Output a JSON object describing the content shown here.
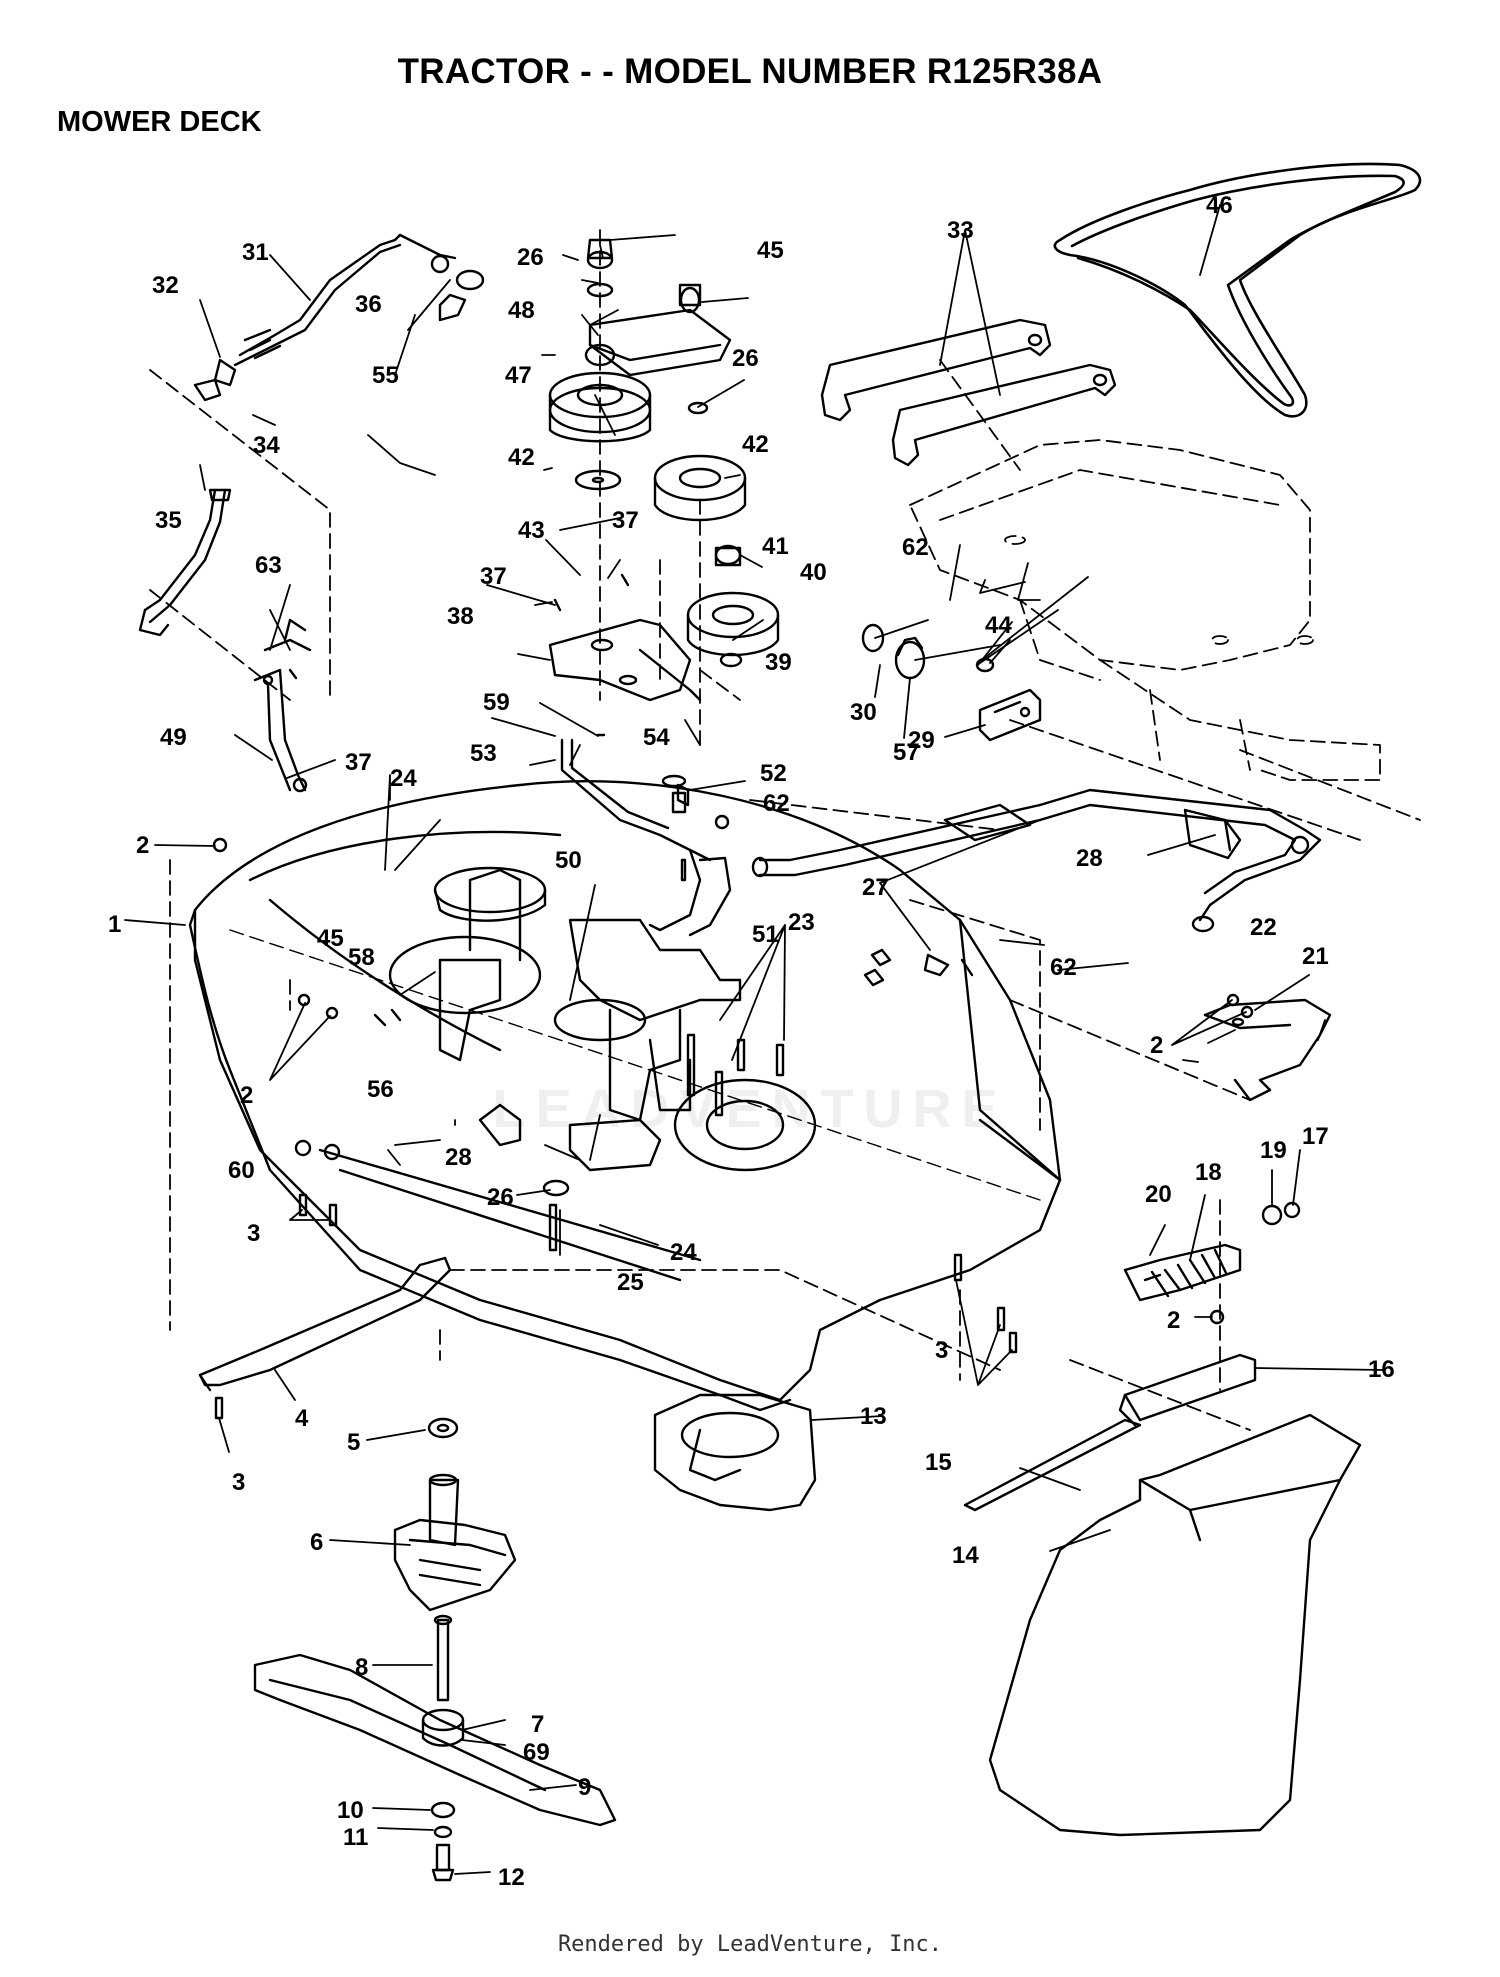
{
  "title": "TRACTOR - - MODEL NUMBER R125R38A",
  "subtitle": "MOWER DECK",
  "footer": "Rendered by LeadVenture, Inc.",
  "watermark": "LEADVENTURE",
  "callouts": [
    {
      "id": "label-1",
      "text": "1"
    },
    {
      "id": "label-2a",
      "text": "2"
    },
    {
      "id": "label-2b",
      "text": "2"
    },
    {
      "id": "label-2c",
      "text": "2"
    },
    {
      "id": "label-2d",
      "text": "2"
    },
    {
      "id": "label-3a",
      "text": "3"
    },
    {
      "id": "label-3b",
      "text": "3"
    },
    {
      "id": "label-3c",
      "text": "3"
    },
    {
      "id": "label-4",
      "text": "4"
    },
    {
      "id": "label-5",
      "text": "5"
    },
    {
      "id": "label-6",
      "text": "6"
    },
    {
      "id": "label-7",
      "text": "7"
    },
    {
      "id": "label-8",
      "text": "8"
    },
    {
      "id": "label-9",
      "text": "9"
    },
    {
      "id": "label-10",
      "text": "10"
    },
    {
      "id": "label-11",
      "text": "11"
    },
    {
      "id": "label-12",
      "text": "12"
    },
    {
      "id": "label-13",
      "text": "13"
    },
    {
      "id": "label-14",
      "text": "14"
    },
    {
      "id": "label-15",
      "text": "15"
    },
    {
      "id": "label-16",
      "text": "16"
    },
    {
      "id": "label-17",
      "text": "17"
    },
    {
      "id": "label-18",
      "text": "18"
    },
    {
      "id": "label-19",
      "text": "19"
    },
    {
      "id": "label-20",
      "text": "20"
    },
    {
      "id": "label-21",
      "text": "21"
    },
    {
      "id": "label-22",
      "text": "22"
    },
    {
      "id": "label-23",
      "text": "23"
    },
    {
      "id": "label-24a",
      "text": "24"
    },
    {
      "id": "label-24b",
      "text": "24"
    },
    {
      "id": "label-25",
      "text": "25"
    },
    {
      "id": "label-26a",
      "text": "26"
    },
    {
      "id": "label-26b",
      "text": "26"
    },
    {
      "id": "label-26c",
      "text": "26"
    },
    {
      "id": "label-27",
      "text": "27"
    },
    {
      "id": "label-28a",
      "text": "28"
    },
    {
      "id": "label-28b",
      "text": "28"
    },
    {
      "id": "label-29",
      "text": "29"
    },
    {
      "id": "label-30",
      "text": "30"
    },
    {
      "id": "label-31",
      "text": "31"
    },
    {
      "id": "label-32",
      "text": "32"
    },
    {
      "id": "label-33",
      "text": "33"
    },
    {
      "id": "label-34",
      "text": "34"
    },
    {
      "id": "label-35",
      "text": "35"
    },
    {
      "id": "label-36",
      "text": "36"
    },
    {
      "id": "label-37a",
      "text": "37"
    },
    {
      "id": "label-37b",
      "text": "37"
    },
    {
      "id": "label-37c",
      "text": "37"
    },
    {
      "id": "label-38",
      "text": "38"
    },
    {
      "id": "label-39",
      "text": "39"
    },
    {
      "id": "label-40",
      "text": "40"
    },
    {
      "id": "label-41",
      "text": "41"
    },
    {
      "id": "label-42a",
      "text": "42"
    },
    {
      "id": "label-42b",
      "text": "42"
    },
    {
      "id": "label-43",
      "text": "43"
    },
    {
      "id": "label-44",
      "text": "44"
    },
    {
      "id": "label-45a",
      "text": "45"
    },
    {
      "id": "label-45b",
      "text": "45"
    },
    {
      "id": "label-46",
      "text": "46"
    },
    {
      "id": "label-47",
      "text": "47"
    },
    {
      "id": "label-48",
      "text": "48"
    },
    {
      "id": "label-49",
      "text": "49"
    },
    {
      "id": "label-50",
      "text": "50"
    },
    {
      "id": "label-51",
      "text": "51"
    },
    {
      "id": "label-52",
      "text": "52"
    },
    {
      "id": "label-53",
      "text": "53"
    },
    {
      "id": "label-54",
      "text": "54"
    },
    {
      "id": "label-55",
      "text": "55"
    },
    {
      "id": "label-56",
      "text": "56"
    },
    {
      "id": "label-57",
      "text": "57"
    },
    {
      "id": "label-58",
      "text": "58"
    },
    {
      "id": "label-59",
      "text": "59"
    },
    {
      "id": "label-60",
      "text": "60"
    },
    {
      "id": "label-62a",
      "text": "62"
    },
    {
      "id": "label-62b",
      "text": "62"
    },
    {
      "id": "label-62c",
      "text": "62"
    },
    {
      "id": "label-63",
      "text": "63"
    },
    {
      "id": "label-69",
      "text": "69"
    }
  ]
}
